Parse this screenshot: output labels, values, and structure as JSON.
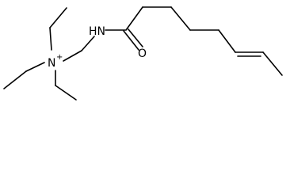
{
  "molecule": {
    "atoms": {
      "nitrogen_cation": "N",
      "charge": "+",
      "amide_nh": "HN",
      "carbonyl_oxygen": "O"
    },
    "colors": {
      "bond": "#000000",
      "label": "#000000",
      "background": "#ffffff"
    }
  }
}
